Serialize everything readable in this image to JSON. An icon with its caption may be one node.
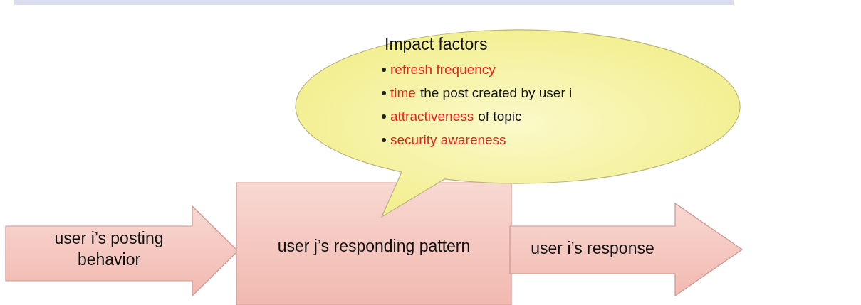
{
  "diagram": {
    "nodes": [
      {
        "text": [
          "user i’s posting behavior"
        ]
      },
      {
        "text": [
          "user j’s responding pattern"
        ]
      },
      {
        "text": [
          "user i’s response"
        ]
      },
      {
        "text": [
          "Impact factors",
          "refresh frequency",
          "time",
          "the post created by user i",
          "attractiveness",
          "of topic",
          "security awareness"
        ]
      }
    ]
  }
}
